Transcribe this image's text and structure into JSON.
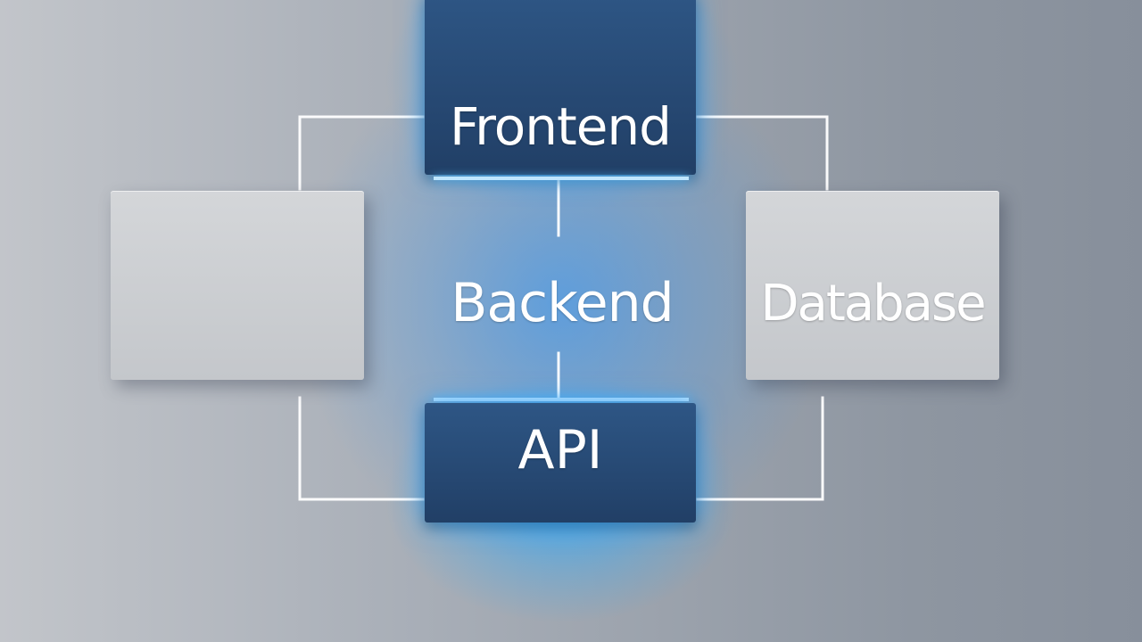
{
  "diagram": {
    "nodes": {
      "frontend": {
        "label": "Frontend"
      },
      "backend": {
        "label": "Backend"
      },
      "database": {
        "label": "Database"
      },
      "api": {
        "label": "API"
      },
      "left_block": {
        "label": ""
      }
    },
    "colors": {
      "dark_block": "#264a75",
      "light_block": "#cdd0d4",
      "connector": "#ffffff",
      "glow": "#2896ff"
    }
  }
}
